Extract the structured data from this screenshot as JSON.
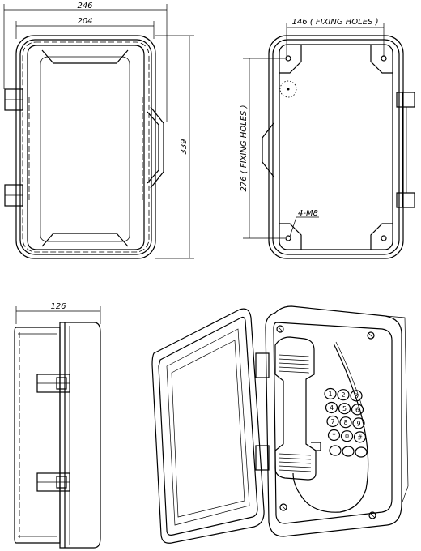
{
  "dimensions": {
    "overall_width": "246",
    "body_width": "204",
    "height": "339",
    "fixing_width": "146  ( FIXING HOLES )",
    "fixing_height": "276  ( FIXING HOLES )",
    "screw_label": "4-M8",
    "depth": "126"
  },
  "keypad": {
    "keys": [
      "1",
      "2",
      "3",
      "4",
      "5",
      "6",
      "7",
      "8",
      "9",
      "*",
      "0",
      "#"
    ]
  }
}
